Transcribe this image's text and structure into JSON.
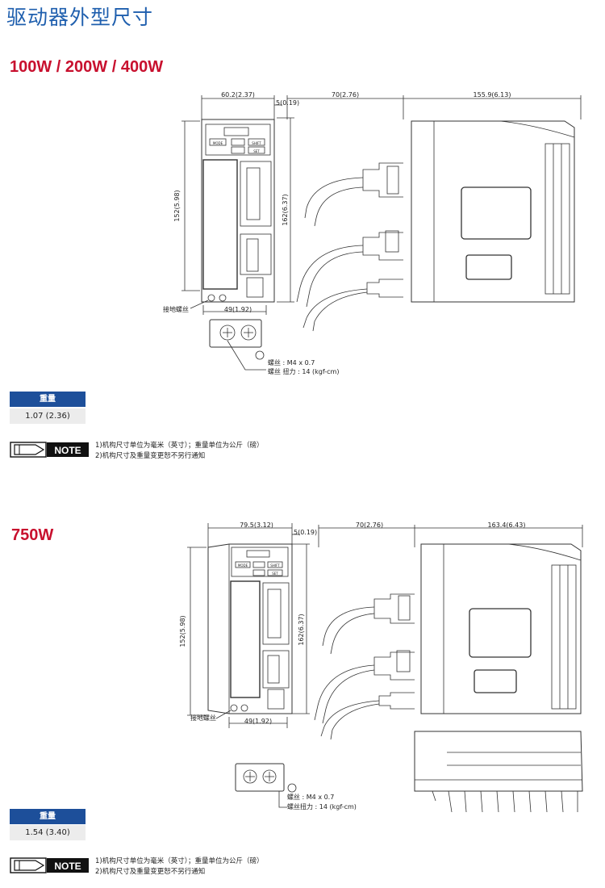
{
  "page_title": "驱动器外型尺寸",
  "note_label": "NOTE",
  "s1": {
    "title": "100W / 200W / 400W",
    "dims": {
      "w_top": "60.2(2.37)",
      "gap": "5(0.19)",
      "depth_a": "70(2.76)",
      "depth_b": "155.9(6.13)",
      "h_left": "152(5.98)",
      "h_right": "162(6.37)",
      "bottom": "49(1.92)"
    },
    "ground_label": "接地螺丝",
    "screw_spec": "螺丝 : M4 x 0.7",
    "torque_spec": "螺丝 扭力 : 14 (kgf-cm)",
    "panel": {
      "mode": "MODE",
      "shift": "SHIFT",
      "set": "SET"
    },
    "weight_header": "重量",
    "weight_value": "1.07 (2.36)",
    "notes": [
      "1)机构尺寸单位为毫米（英寸）；重量单位为公斤（磅）",
      "2)机构尺寸及重量变更恕不另行通知"
    ]
  },
  "s2": {
    "title": "750W",
    "dims": {
      "w_top": "79.5(3.12)",
      "gap": "5(0.19)",
      "depth_a": "70(2.76)",
      "depth_b": "163.4(6.43)",
      "h_left": "152(5.98)",
      "h_right": "162(6.37)",
      "bottom": "49(1.92)"
    },
    "ground_label": "接地螺丝",
    "screw_spec": "螺丝 : M4 x 0.7",
    "torque_spec": "螺丝扭力 : 14 (kgf-cm)",
    "panel": {
      "mode": "MODE",
      "shift": "SHIFT",
      "set": "SET"
    },
    "weight_header": "重量",
    "weight_value": "1.54 (3.40)",
    "notes": [
      "1)机构尺寸单位为毫米（英寸）；重量单位为公斤（磅）",
      "2)机构尺寸及重量变更恕不另行通知"
    ]
  }
}
